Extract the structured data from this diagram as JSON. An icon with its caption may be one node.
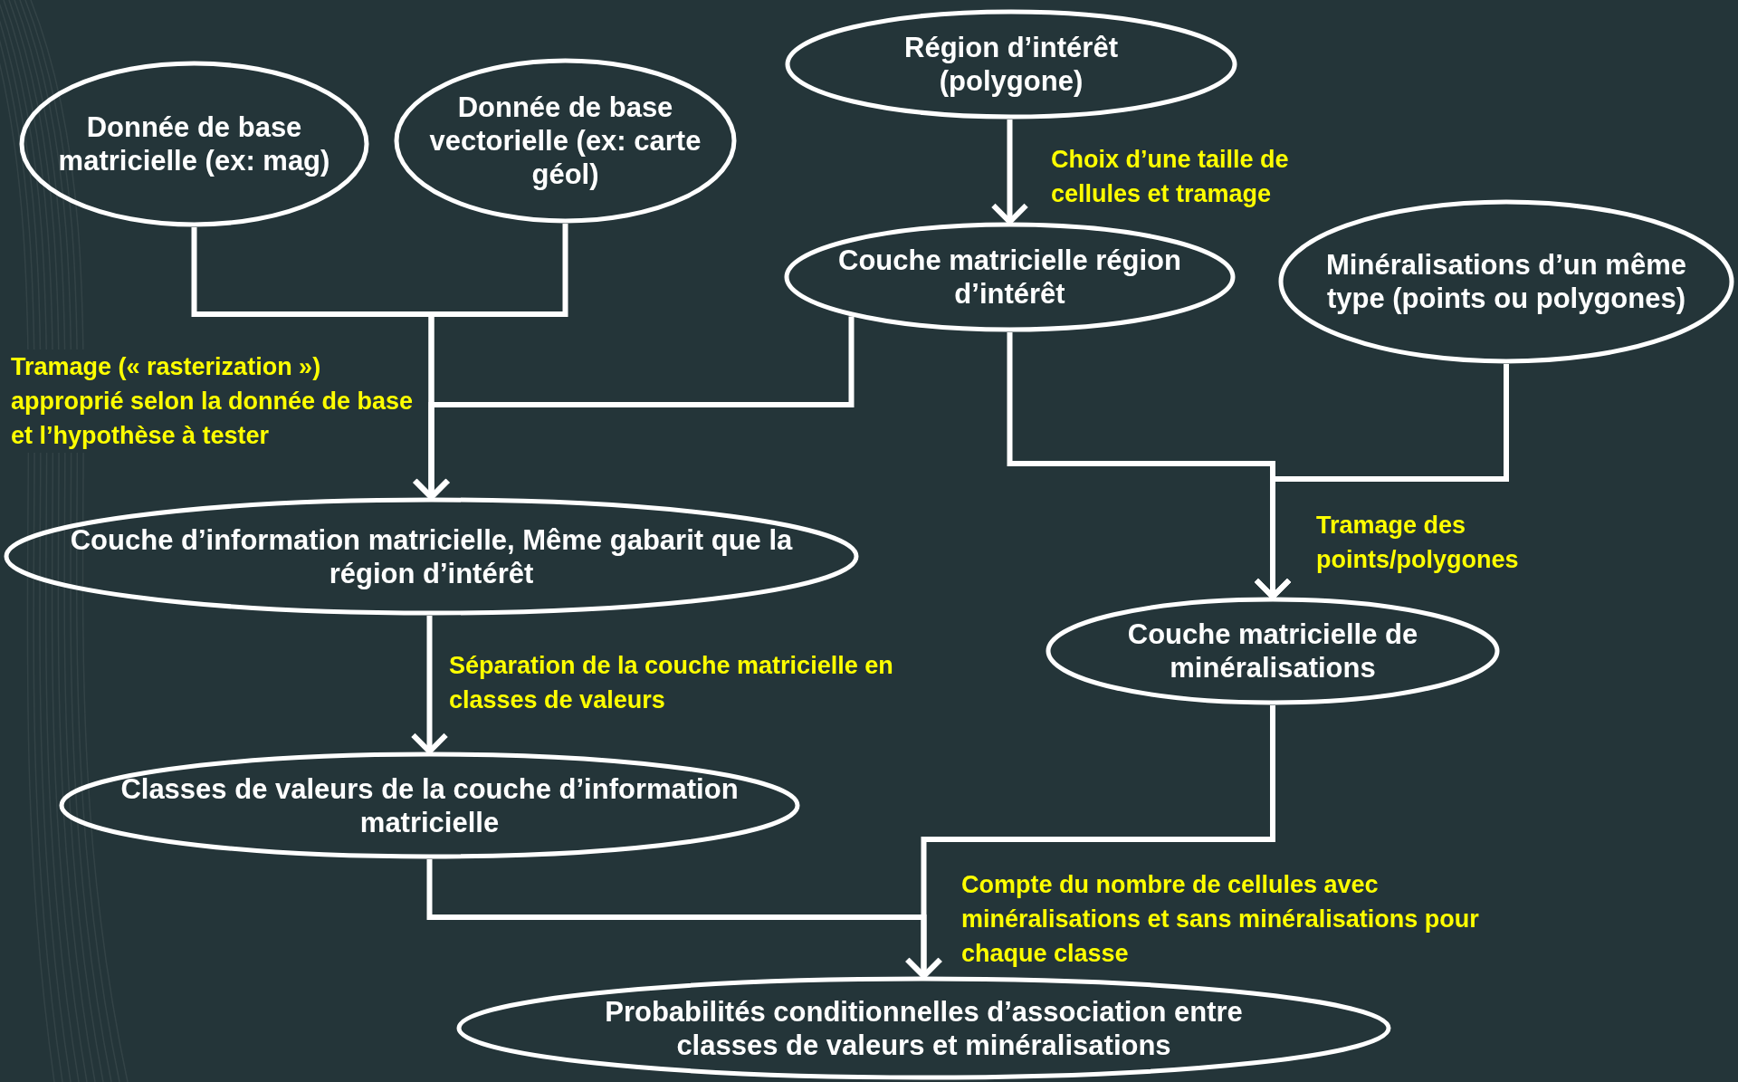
{
  "diagram": {
    "nodes": [
      {
        "text": [
          "Donnée de base matricielle (ex: mag)"
        ]
      },
      {
        "text": [
          "Donnée de base vectorielle (ex: carte géol)"
        ]
      },
      {
        "text": [
          "Région d’intérêt (polygone)"
        ]
      },
      {
        "text": [
          "Couche matricielle région d’intérêt"
        ]
      },
      {
        "text": [
          "Minéralisations d’un même type (points ou polygones)"
        ]
      },
      {
        "text": [
          "Couche d’information matricielle, Même gabarit que la région d’intérêt"
        ]
      },
      {
        "text": [
          "Couche matricielle de minéralisations"
        ]
      },
      {
        "text": [
          "Classes de valeurs de la couche d’information matricielle"
        ]
      },
      {
        "text": [
          "Probabilités conditionnelles d’association entre classes de valeurs et minéralisations"
        ]
      }
    ],
    "edges": [
      {
        "from": 0,
        "to": 5,
        "arrow": "to",
        "label": "Tramage (« rasterization ») approprié selon la donnée de base et l’hypothèse à tester"
      },
      {
        "from": 1,
        "to": 5,
        "arrow": "to"
      },
      {
        "from": 3,
        "to": 5,
        "arrow": "to"
      },
      {
        "from": 2,
        "to": 3,
        "arrow": "to",
        "label": "Choix d’une taille de cellules et tramage"
      },
      {
        "from": 3,
        "to": 6,
        "arrow": "to",
        "label": "Tramage des points/polygones"
      },
      {
        "from": 4,
        "to": 6,
        "arrow": "to"
      },
      {
        "from": 5,
        "to": 7,
        "arrow": "to",
        "label": "Séparation de la couche matricielle en classes de valeurs"
      },
      {
        "from": 6,
        "to": 8,
        "arrow": "to",
        "label": "Compte du nombre de cellules avec minéralisations et sans minéralisations pour chaque classe"
      },
      {
        "from": 7,
        "to": 8,
        "arrow": "to"
      }
    ]
  }
}
